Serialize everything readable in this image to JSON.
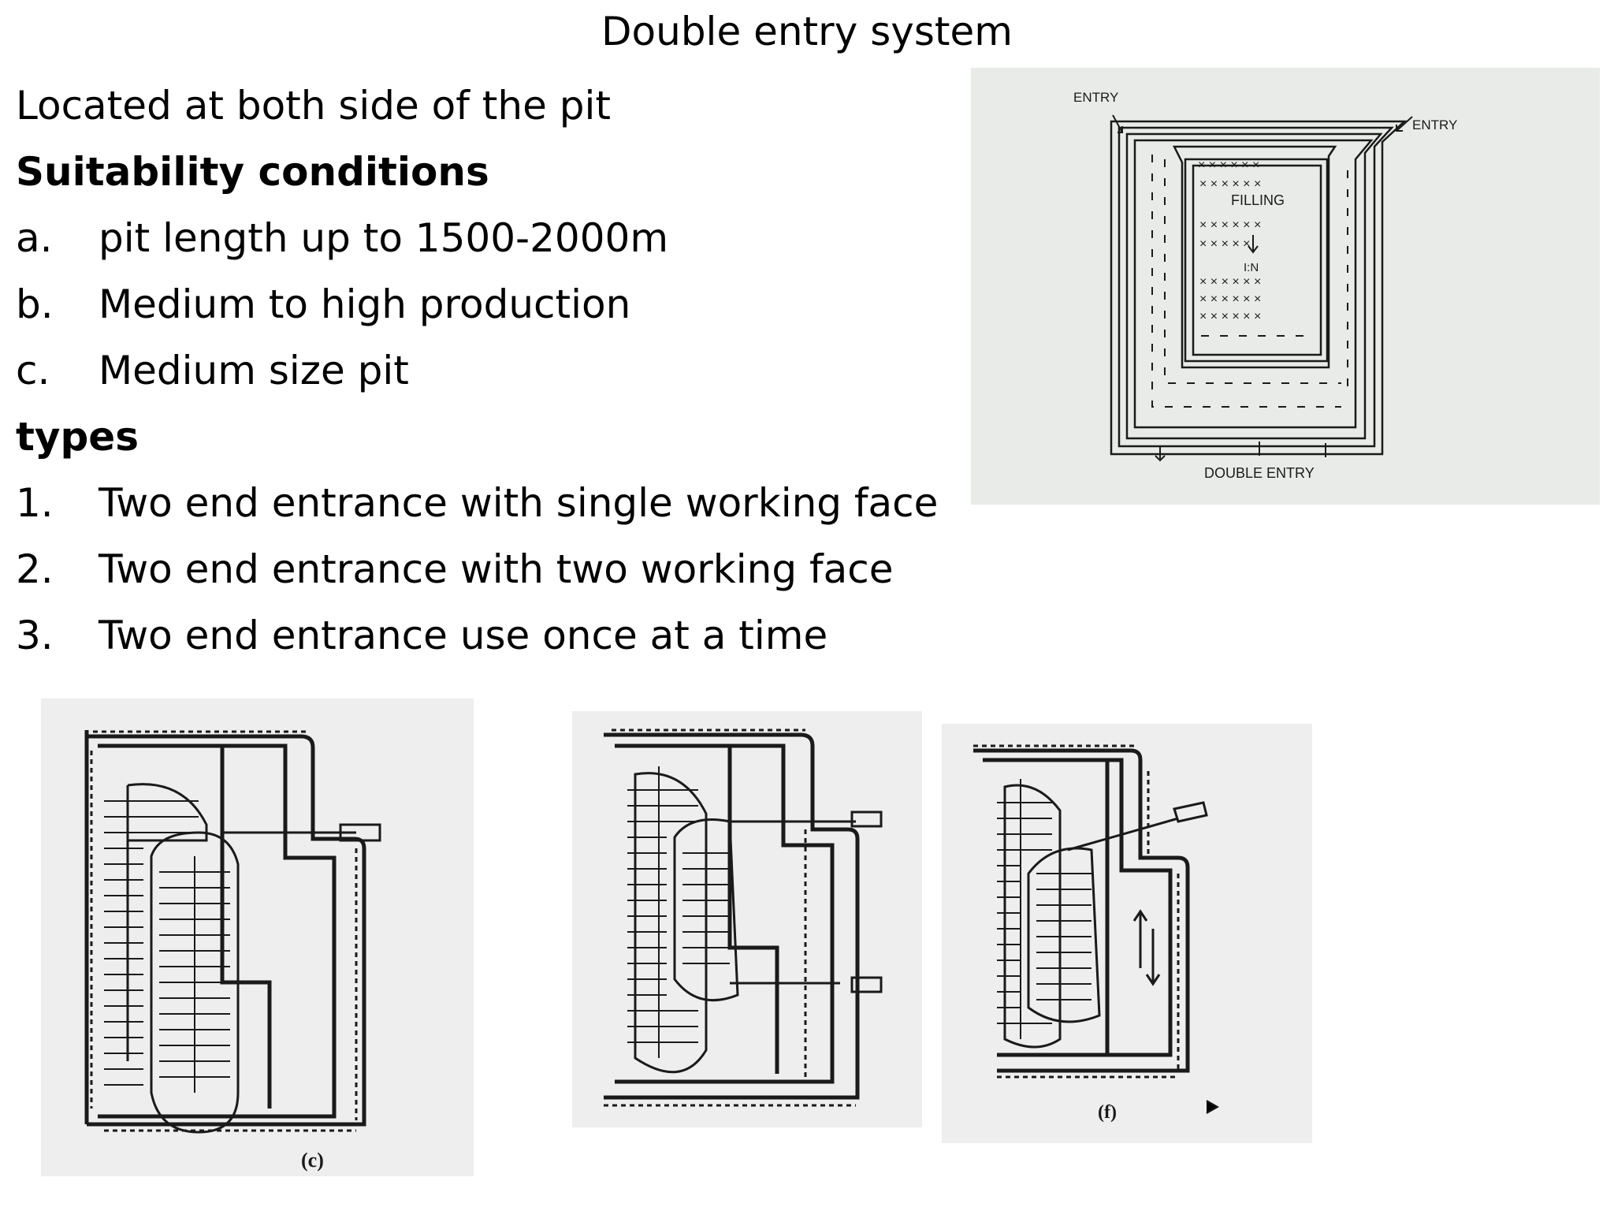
{
  "slide": {
    "title": "Double entry system",
    "intro": "Located at both  side of the pit",
    "suitability_heading": "Suitability conditions",
    "conditions": [
      {
        "marker": "a.",
        "text": "pit length up to 1500-2000m"
      },
      {
        "marker": "b.",
        "text": "Medium to high  production"
      },
      {
        "marker": "c.",
        "text": "Medium size pit"
      }
    ],
    "types_heading": "types",
    "types": [
      {
        "marker": "1.",
        "text": "Two end entrance with single working face"
      },
      {
        "marker": "2.",
        "text": "Two end entrance with two  working face"
      },
      {
        "marker": "3.",
        "text": "Two end entrance use once at a time"
      }
    ]
  },
  "figures": {
    "top": {
      "entry_left": "ENTRY",
      "entry_right": "ENTRY",
      "filling": "FILLING",
      "in": "I:N",
      "caption": "DOUBLE ENTRY"
    },
    "c": {
      "caption": "(c)"
    },
    "f": {
      "caption": "(f)"
    }
  },
  "colors": {
    "scan_bg": "#e8ebe8",
    "ink": "#1a1a1a"
  }
}
